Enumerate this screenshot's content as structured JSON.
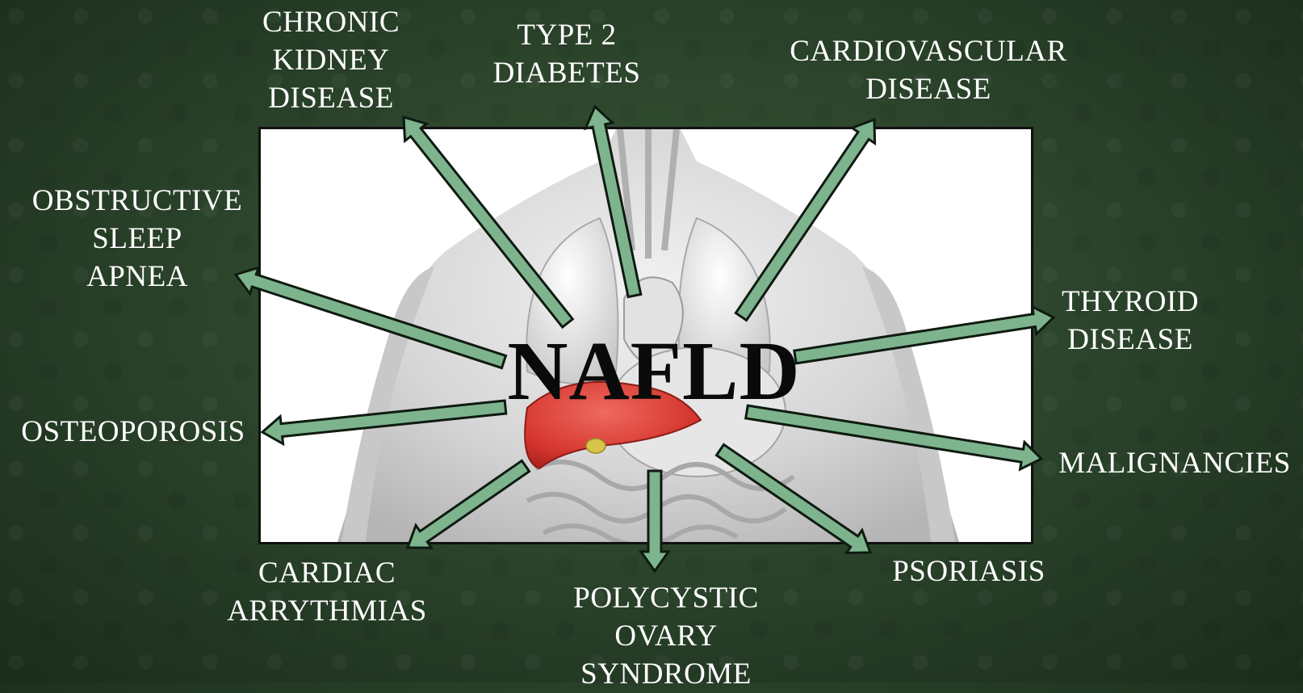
{
  "center_label": "NAFLD",
  "conditions": [
    {
      "id": "ckd",
      "lines": [
        "CHRONIC",
        "KIDNEY",
        "DISEASE"
      ]
    },
    {
      "id": "t2d",
      "lines": [
        "TYPE 2",
        "DIABETES"
      ]
    },
    {
      "id": "cvd",
      "lines": [
        "CARDIOVASCULAR",
        "DISEASE"
      ]
    },
    {
      "id": "osa",
      "lines": [
        "OBSTRUCTIVE",
        "SLEEP",
        "APNEA"
      ]
    },
    {
      "id": "thyroid",
      "lines": [
        "THYROID",
        "DISEASE"
      ]
    },
    {
      "id": "osteo",
      "lines": [
        "OSTEOPOROSIS"
      ]
    },
    {
      "id": "malig",
      "lines": [
        "MALIGNANCIES"
      ]
    },
    {
      "id": "cardiac",
      "lines": [
        "CARDIAC",
        "ARRYTHMIAS"
      ]
    },
    {
      "id": "pcos",
      "lines": [
        "POLYCYSTIC",
        "OVARY",
        "SYNDROME"
      ]
    },
    {
      "id": "psoriasis",
      "lines": [
        "PSORIASIS"
      ]
    }
  ],
  "colors": {
    "arrow_fill": "#7db48e",
    "arrow_stroke": "#0f1a10",
    "liver": "#d83a32",
    "text": "#ffffff"
  }
}
